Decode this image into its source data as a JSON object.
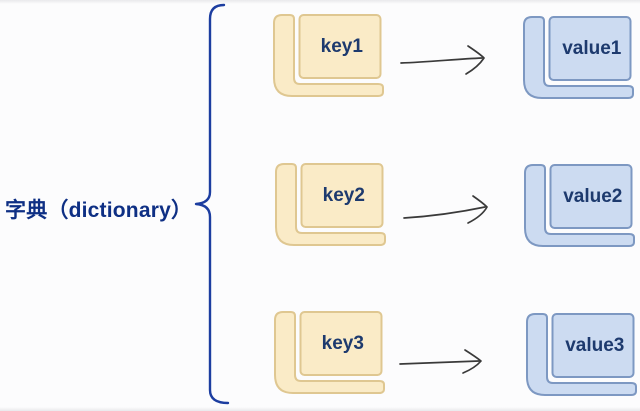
{
  "diagram": {
    "title": "字典（dictionary）",
    "rows": [
      {
        "key": "key1",
        "value": "value1"
      },
      {
        "key": "key2",
        "value": "value2"
      },
      {
        "key": "key3",
        "value": "value3"
      }
    ],
    "colors": {
      "background": "#fcfcfd",
      "key_fill": "#faebc7",
      "key_border": "#dfc791",
      "value_fill": "#ccdbf1",
      "value_border": "#7d98c2",
      "box_text": "#1d3a6e",
      "title_text": "#0e2f84",
      "brace": "#1c3da0",
      "arrow": "#3a3a3a"
    }
  }
}
